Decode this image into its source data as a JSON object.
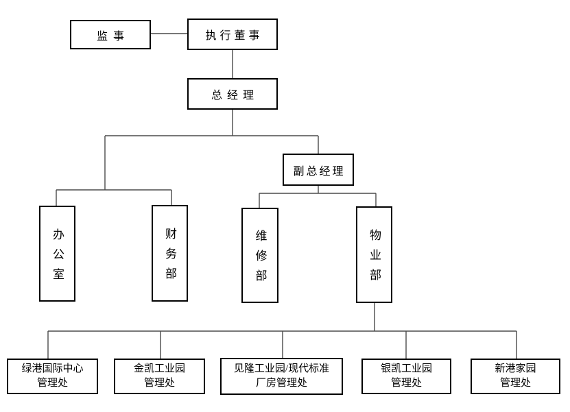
{
  "org_chart": {
    "nodes": {
      "supervisor": {
        "label": "监事"
      },
      "executive_director": {
        "label": "执行董事"
      },
      "general_manager": {
        "label": "总经理"
      },
      "deputy_general_manager": {
        "label": "副总经理"
      },
      "office": {
        "label": "办公室"
      },
      "finance_dept": {
        "label": "财务部"
      },
      "maintenance_dept": {
        "label": "维修部"
      },
      "property_dept": {
        "label": "物业部"
      },
      "lvgang_center_office": {
        "line1": "绿港国际中心",
        "line2": "管理处"
      },
      "jinkai_park_office": {
        "line1": "金凯工业园",
        "line2": "管理处"
      },
      "jianlong_park_office": {
        "line1": "见隆工业园/现代标准",
        "line2": "厂房管理处"
      },
      "yinkai_park_office": {
        "line1": "银凯工业园",
        "line2": "管理处"
      },
      "xingang_home_office": {
        "line1": "新港家园",
        "line2": "管理处"
      }
    },
    "hierarchy": [
      {
        "link": [
          "监事",
          "执行董事"
        ],
        "type": "peer"
      },
      {
        "parent": "执行董事",
        "children": [
          "总经理"
        ]
      },
      {
        "parent": "总经理",
        "children": [
          "办公室",
          "财务部",
          "副总经理"
        ]
      },
      {
        "parent": "副总经理",
        "children": [
          "维修部",
          "物业部"
        ]
      },
      {
        "parent": "物业部",
        "children": [
          "绿港国际中心管理处",
          "金凯工业园管理处",
          "见隆工业园/现代标准厂房管理处",
          "银凯工业园管理处",
          "新港家园管理处"
        ]
      }
    ],
    "colors": {
      "background": "#ffffff",
      "box_border": "#000000",
      "connector": "#4a4a4a",
      "text": "#000000"
    }
  }
}
